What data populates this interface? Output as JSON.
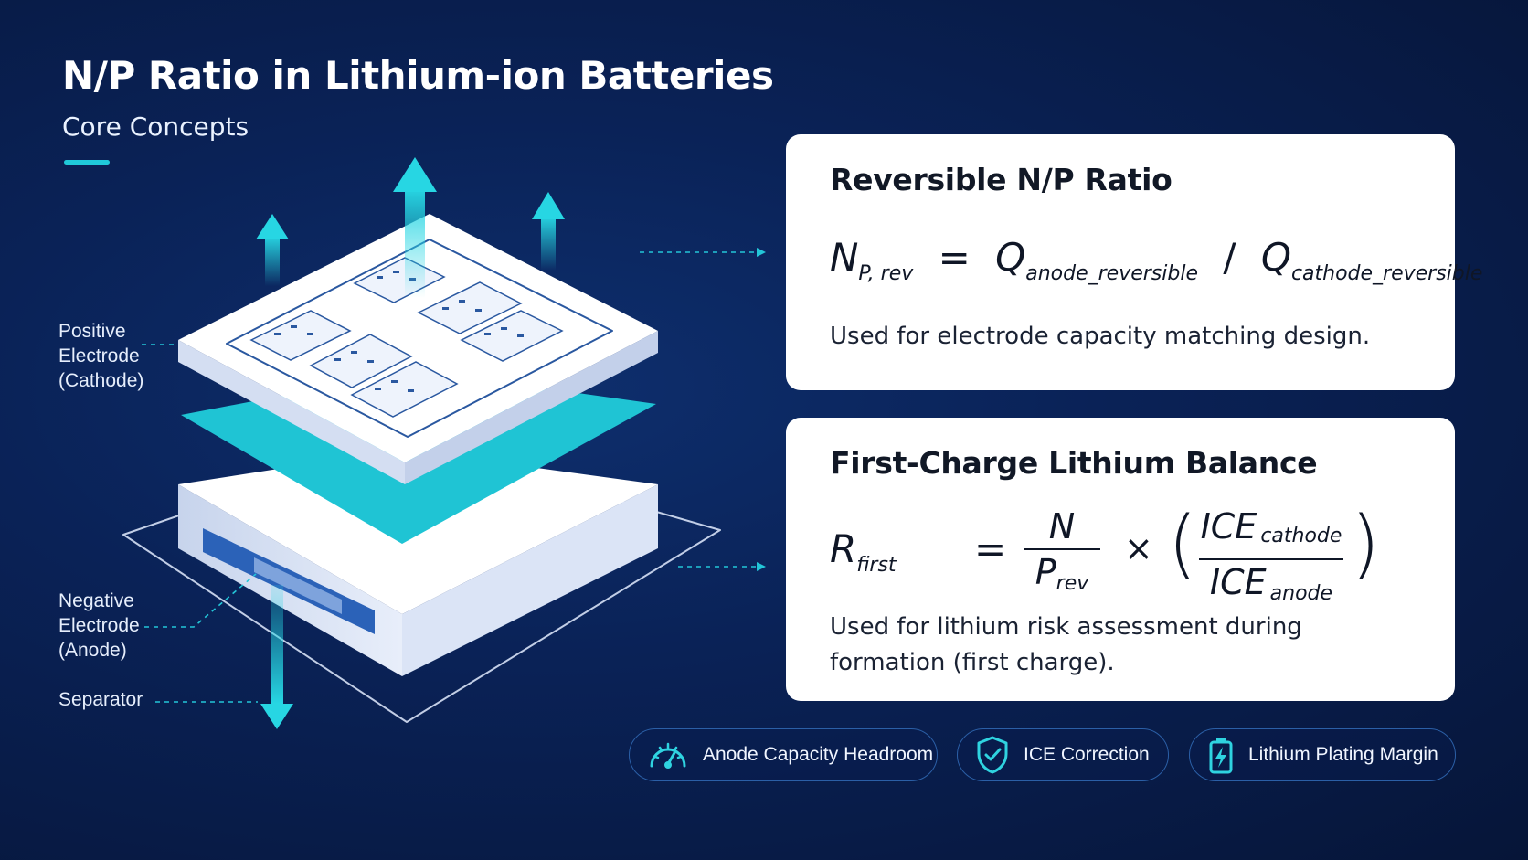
{
  "header": {
    "title": "N/P Ratio in Lithium-ion Batteries",
    "subtitle": "Core Concepts"
  },
  "diagram": {
    "labels": {
      "positive_electrode": [
        "Positive",
        "Electrode",
        "(Cathode)"
      ],
      "negative_electrode": [
        "Negative",
        "Electrode",
        "(Anode)"
      ],
      "separator": "Separator"
    },
    "colors": {
      "accent": "#20c9d9",
      "background": "#0a2257",
      "electrode": "#ffffff"
    }
  },
  "cards": {
    "reversible": {
      "title": "Reversible N/P Ratio",
      "formula": {
        "lhs_main": "N",
        "lhs_sub": "P, rev",
        "equals": "=",
        "q1_main": "Q",
        "q1_sub": "anode_reversible",
        "divide": "/",
        "q2_main": "Q",
        "q2_sub": "cathode_reversible"
      },
      "description": "Used for electrode capacity matching design."
    },
    "first_charge": {
      "title": "First-Charge Lithium Balance",
      "formula": {
        "lhs_main": "R",
        "lhs_sub": "first",
        "equals": "=",
        "frac1_num": "N",
        "frac1_den_main": "P",
        "frac1_den_sub": "rev",
        "times": "×",
        "paren_open": "(",
        "frac2_num_main": "ICE",
        "frac2_num_sub": "cathode",
        "frac2_den_main": "ICE",
        "frac2_den_sub": "anode",
        "paren_close": ")"
      },
      "description": "Used for lithium risk assessment during formation (first charge)."
    }
  },
  "chips": [
    {
      "label": "Anode Capacity Headroom",
      "icon": "speedometer-icon"
    },
    {
      "label": "ICE Correction",
      "icon": "shield-check-icon"
    },
    {
      "label": "Lithium Plating Margin",
      "icon": "battery-bolt-icon"
    }
  ]
}
